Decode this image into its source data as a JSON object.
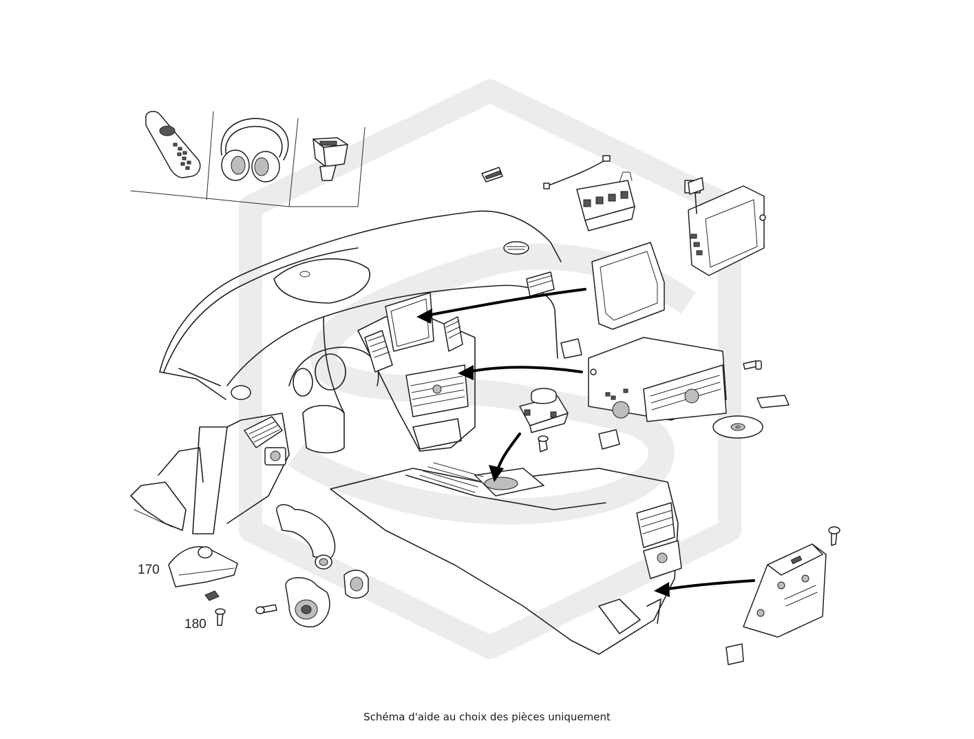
{
  "caption": "Schéma d'aide au choix des pièces uniquement",
  "callouts": {
    "c170": "170",
    "c180": "180"
  },
  "colors": {
    "watermark": "#ececec",
    "line": "#1e1e1e",
    "arrow": "#000000"
  },
  "icons": [
    "remote-control-icon",
    "headphones-icon",
    "usb-socket-icon",
    "display-screen-icon",
    "head-unit-icon",
    "controller-knob-icon",
    "cd-disc-icon",
    "dvd-changer-icon",
    "speaker-icon",
    "screw-icon",
    "connector-clip-icon",
    "antenna-cable-icon"
  ]
}
